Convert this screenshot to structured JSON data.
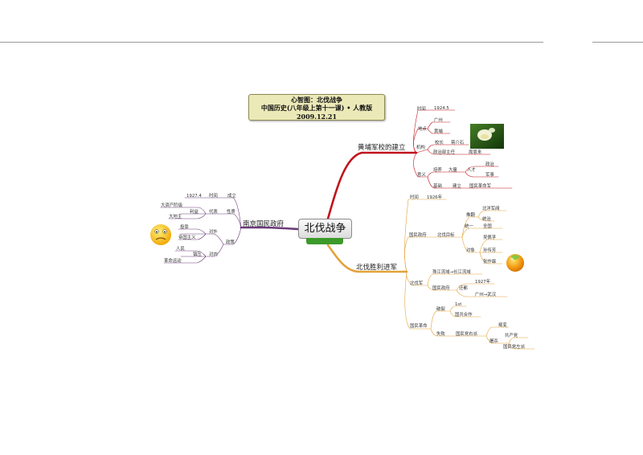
{
  "title": {
    "line1": "心智图：北伐战争",
    "line2": "中国历史(八年级上第十一课) • 人教版",
    "line3": "2009.12.21"
  },
  "center": "北伐战争",
  "branch_colors": {
    "huangpu": "#c0141c",
    "beifa": "#e3a23a",
    "nanjing": "#6b3a78"
  },
  "huangpu": {
    "title": "黄埔军校的建立",
    "time": "时间",
    "time_val": "1924.5",
    "place": "地点",
    "place1": "广州",
    "place2": "黄埔",
    "org": "机构",
    "org_a": "校长",
    "org_a_val": "蒋介石",
    "org_b": "政治部主任",
    "org_b_val": "周恩来",
    "sig": "意义",
    "sig_a": "培养",
    "sig_a_mid": "大量",
    "sig_a_mid2": "人才",
    "sig_a1": "政治",
    "sig_a2": "军事",
    "sig_b": "基础",
    "sig_b_mid": "建立",
    "sig_b_val": "国民革命军"
  },
  "beifa": {
    "title": "北伐胜利进军",
    "time": "时间",
    "time_val": "1926年",
    "gov": "国民政府",
    "goal": "北伐目标",
    "overthrow": "推翻",
    "beiyang": "北洋军阀",
    "unify_v": "统治",
    "unify": "统一",
    "nation": "全国",
    "target": "对象",
    "t1": "吴佩孚",
    "t2": "孙传芳",
    "t3": "张作霖",
    "army": "北伐军",
    "army_val": "珠江流域→长江流域",
    "gov2": "国民政府",
    "move": "迁都",
    "move_year": "1927年",
    "move_val": "广州→武汉",
    "rev": "国民革命",
    "split": "破裂",
    "split1": "1st",
    "split2": "国共合作",
    "fail": "失败",
    "right": "国民党右派",
    "betray": "叛变",
    "kill": "屠杀",
    "kill1": "共产党",
    "kill2": "国民党左派"
  },
  "nanjing": {
    "title": "南京国民政府",
    "time": "时间",
    "time_val": "1927.4",
    "found": "成立",
    "nature": "性质",
    "rep": "代表",
    "interest": "利益",
    "bourgeois": "大资产阶级",
    "landlord": "大地主",
    "policy": "政策",
    "foreign": "对外",
    "depend": "投靠",
    "imperial": "帝国主义",
    "domestic": "对内",
    "suppress": "镇压",
    "people": "人民",
    "movement": "革命运动"
  }
}
